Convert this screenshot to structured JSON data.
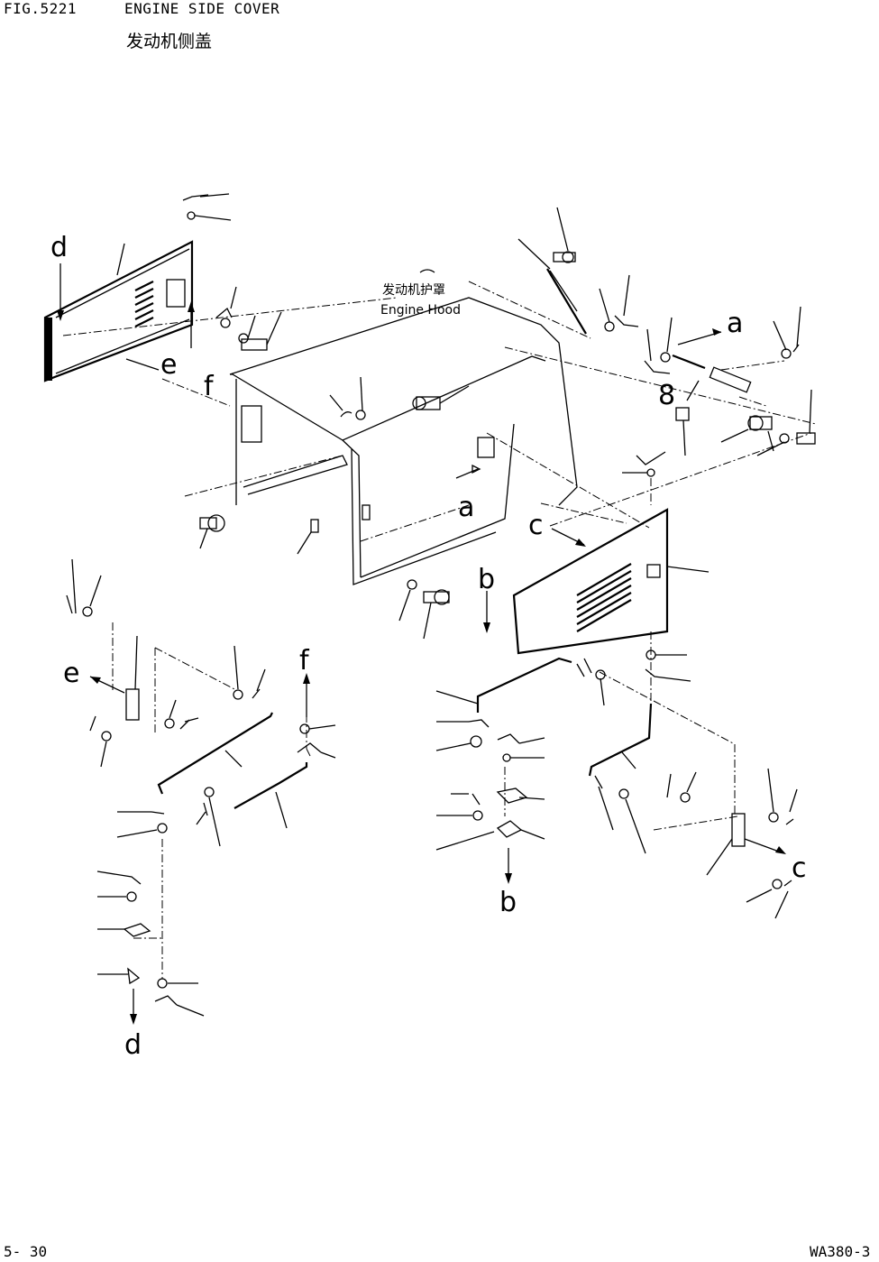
{
  "header": {
    "fig_no": "FIG.5221",
    "title_en": "ENGINE SIDE COVER",
    "title_cn": "发动机侧盖"
  },
  "hood_label": {
    "cn": "发动机护罩",
    "en": "Engine Hood"
  },
  "callouts": {
    "a1": "a",
    "a2": "a",
    "b1": "b",
    "b2": "b",
    "c1": "c",
    "c2": "c",
    "d1": "d",
    "d2": "d",
    "e1": "e",
    "e2": "e",
    "f1": "f",
    "f2": "f",
    "eight": "8"
  },
  "footer": {
    "page": "5- 30",
    "model": "WA380-3"
  }
}
